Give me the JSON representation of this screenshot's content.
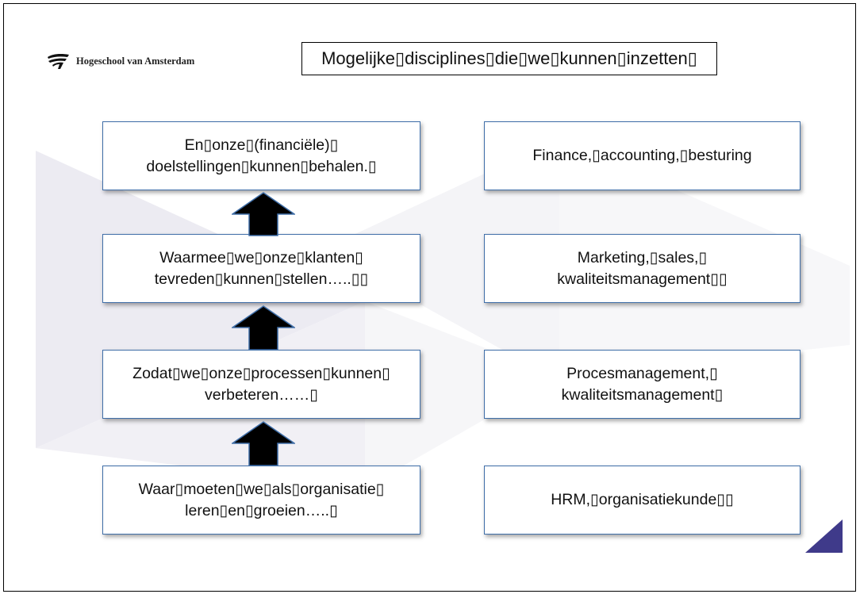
{
  "header": {
    "logo_text": "Hogeschool van Amsterdam",
    "title": "Mogelijke▯disciplines▯die▯we▯kunnen▯inzetten▯"
  },
  "left_column": [
    {
      "line1": "En▯onze▯(financiële)▯",
      "line2": "doelstellingen▯kunnen▯behalen.▯"
    },
    {
      "line1": "Waarmee▯we▯onze▯klanten▯",
      "line2": "tevreden▯kunnen▯stellen…..▯▯"
    },
    {
      "line1": "Zodat▯we▯onze▯processen▯kunnen▯",
      "line2": "verbeteren……▯"
    },
    {
      "line1": "Waar▯moeten▯we▯als▯organisatie▯",
      "line2": "leren▯en▯groeien…..▯"
    }
  ],
  "right_column": [
    {
      "line1": "Finance,▯accounting,▯besturing",
      "line2": ""
    },
    {
      "line1": "Marketing,▯sales,▯",
      "line2": "kwaliteitsmanagement▯▯"
    },
    {
      "line1": "Procesmanagement,▯",
      "line2": "kwaliteitsmanagement▯"
    },
    {
      "line1": "HRM,▯organisatiekunde▯▯",
      "line2": ""
    }
  ],
  "colors": {
    "box_border": "#3f6ea8",
    "arrow": "#000000",
    "corner_triangle": "#3f3a8a",
    "background_tint": "#ecebf2"
  },
  "icons": [
    "hva-logo-icon",
    "up-arrow-icon"
  ]
}
